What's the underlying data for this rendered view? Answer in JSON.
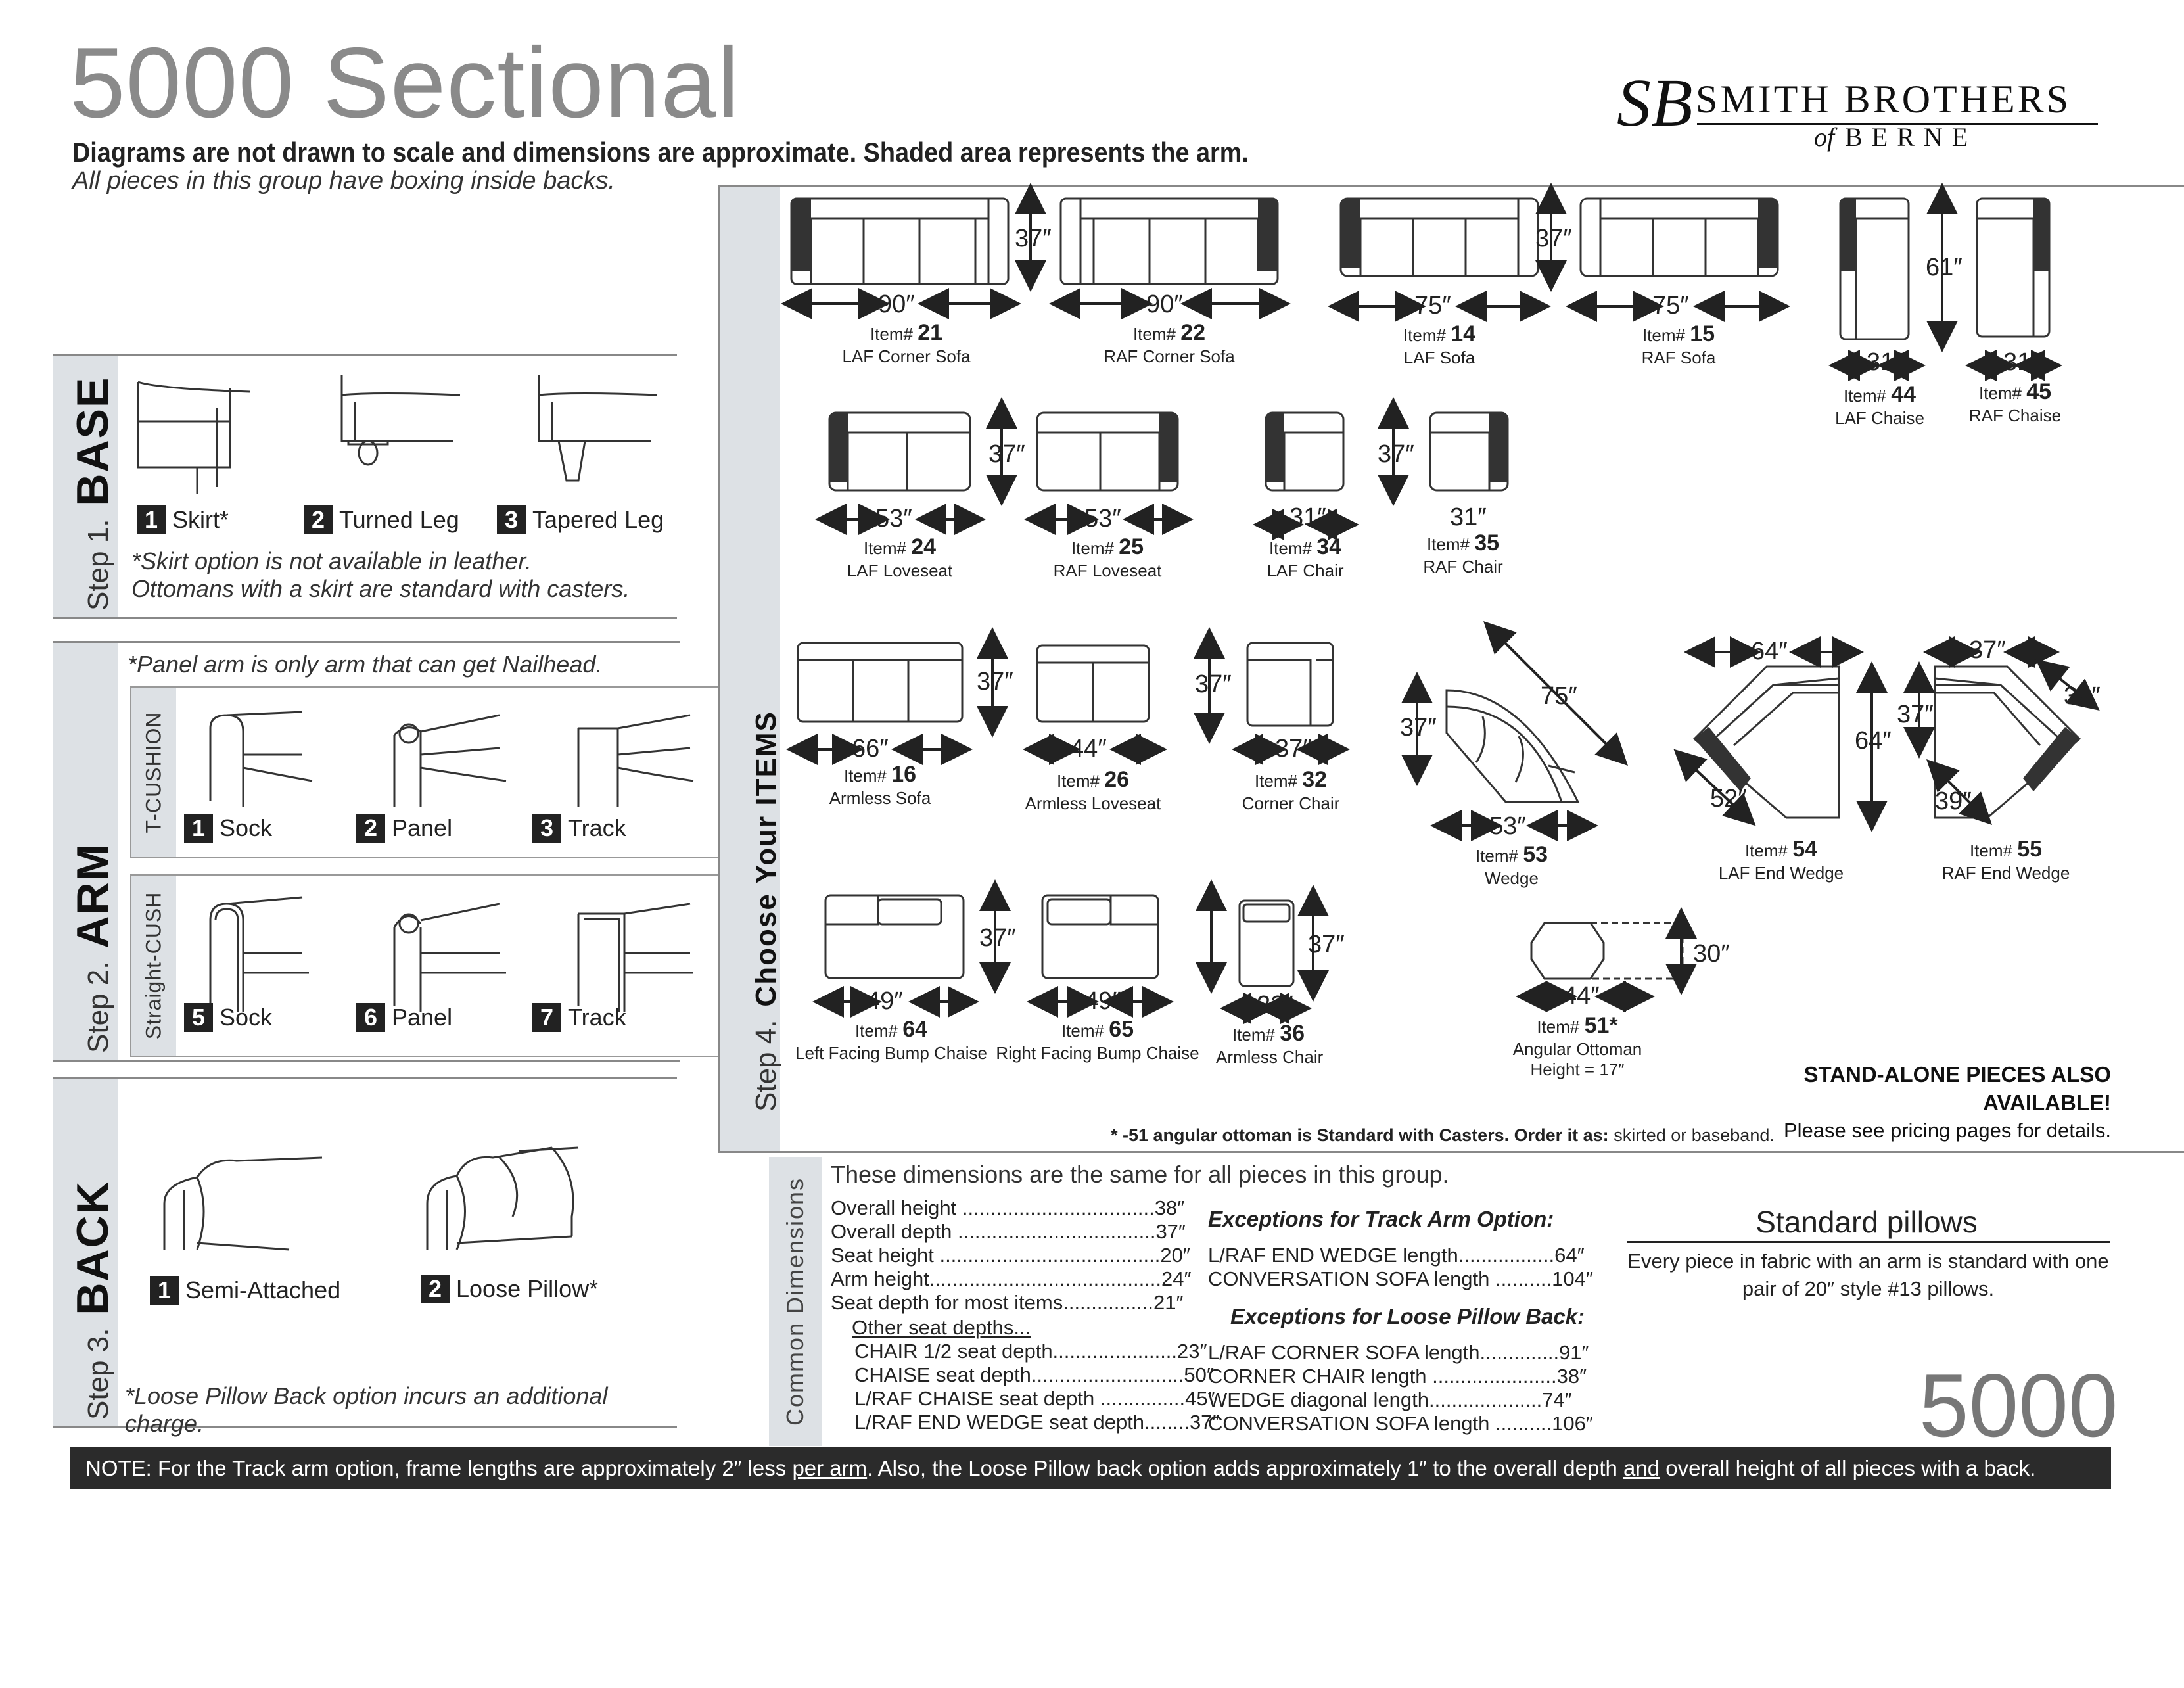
{
  "header": {
    "title": "5000 Sectional",
    "subtitle": "Diagrams are not drawn to scale and dimensions are approximate. Shaded area represents the arm.",
    "subnote": "All pieces in this group have boxing inside backs."
  },
  "brand": {
    "monogram": "SB",
    "name": "SMITH BROTHERS",
    "of": "of",
    "place": "BERNE"
  },
  "step1": {
    "step": "Step 1.",
    "name": "BASE",
    "options": [
      {
        "num": "1",
        "label": "Skirt*"
      },
      {
        "num": "2",
        "label": "Turned Leg"
      },
      {
        "num": "3",
        "label": "Tapered Leg"
      }
    ],
    "note1": "*Skirt option is not available in leather.",
    "note2": "Ottomans with a skirt are standard with casters."
  },
  "step2": {
    "step": "Step 2.",
    "name": "ARM",
    "note": "*Panel arm is only arm that can get Nailhead.",
    "tcushion_label": "T-CUSHION",
    "straight_label": "Straight-CUSH",
    "tcushion": [
      {
        "num": "1",
        "label": "Sock"
      },
      {
        "num": "2",
        "label": "Panel"
      },
      {
        "num": "3",
        "label": "Track"
      }
    ],
    "straight": [
      {
        "num": "5",
        "label": "Sock"
      },
      {
        "num": "6",
        "label": "Panel"
      },
      {
        "num": "7",
        "label": "Track"
      }
    ]
  },
  "step3": {
    "step": "Step 3.",
    "name": "BACK",
    "options": [
      {
        "num": "1",
        "label": "Semi-Attached"
      },
      {
        "num": "2",
        "label": "Loose Pillow*"
      }
    ],
    "note": "*Loose Pillow Back option incurs an additional charge."
  },
  "step4": {
    "step": "Step 4.",
    "name": "Choose Your ITEMS",
    "item_prefix": "Item#",
    "items": [
      {
        "num": "21",
        "name": "LAF Corner Sofa",
        "width": "90″"
      },
      {
        "num": "22",
        "name": "RAF Corner Sofa",
        "width": "90″"
      },
      {
        "num": "14",
        "name": "LAF Sofa",
        "width": "75″"
      },
      {
        "num": "15",
        "name": "RAF Sofa",
        "width": "75″"
      },
      {
        "num": "44",
        "name": "LAF Chaise",
        "width": "31″"
      },
      {
        "num": "45",
        "name": "RAF Chaise",
        "width": "31″"
      },
      {
        "num": "24",
        "name": "LAF Loveseat",
        "width": "53″"
      },
      {
        "num": "25",
        "name": "RAF Loveseat",
        "width": "53″"
      },
      {
        "num": "34",
        "name": "LAF Chair",
        "width": "31″"
      },
      {
        "num": "35",
        "name": "RAF Chair",
        "width": "31″"
      },
      {
        "num": "16",
        "name": "Armless Sofa",
        "width": "66″"
      },
      {
        "num": "26",
        "name": "Armless Loveseat",
        "width": "44″"
      },
      {
        "num": "32",
        "name": "Corner Chair",
        "width": "37″"
      },
      {
        "num": "53",
        "name": "Wedge",
        "width": "53″"
      },
      {
        "num": "54",
        "name": "LAF End Wedge",
        "width": "64″"
      },
      {
        "num": "55",
        "name": "RAF End Wedge",
        "width": "37″"
      },
      {
        "num": "64",
        "name": "Left Facing Bump Chaise",
        "width": "49″"
      },
      {
        "num": "65",
        "name": "Right Facing Bump Chaise",
        "width": "49″"
      },
      {
        "num": "36",
        "name": "Armless Chair",
        "width": "22″"
      },
      {
        "num": "51*",
        "name": "Angular Ottoman",
        "width": "44″"
      }
    ],
    "dims": {
      "d37": "37″",
      "d61": "61″",
      "d75": "75″",
      "d64": "64″",
      "d52": "52″",
      "d39": "39″",
      "d30": "30″"
    },
    "ottoman_height": "Height = 17″",
    "standalone_title": "STAND-ALONE PIECES ALSO AVAILABLE!",
    "standalone_text": "Please see pricing pages for details.",
    "footnote_bold": "* -51 angular ottoman is Standard with Casters. Order it as:",
    "footnote_rest": "skirted or baseband."
  },
  "common": {
    "label": "Common Dimensions",
    "intro": "These dimensions are the same for all pieces in this group.",
    "specs": [
      "Overall height ..................................38″",
      "Overall depth ...................................37″",
      "Seat height .......................................20″",
      "Arm height.........................................24″",
      "Seat depth for most items................21″"
    ],
    "other_title": "Other seat depths...",
    "other": [
      "CHAIR 1/2 seat depth......................23″",
      "CHAISE seat depth...........................50″",
      "L/RAF CHAISE seat depth ...............45″",
      "L/RAF END WEDGE seat depth........37″"
    ],
    "track_title": "Exceptions for Track Arm Option:",
    "track": [
      "L/RAF END WEDGE length.................64″",
      "CONVERSATION SOFA length ..........104″"
    ],
    "pillow_title": "Exceptions for Loose Pillow Back:",
    "pillow": [
      "L/RAF CORNER SOFA length..............91″",
      "CORNER CHAIR length ......................38″",
      "WEDGE diagonal length....................74″",
      "CONVERSATION SOFA length ..........106″"
    ]
  },
  "pillows": {
    "title": "Standard pillows",
    "text": "Every piece in fabric with an arm is standard with one pair of 20″ style #13 pillows."
  },
  "series_number": "5000",
  "note_bar": {
    "p1": "NOTE: For the Track arm option, frame lengths are approximately 2″ less ",
    "u1": "per arm",
    "p2": ". Also, the Loose Pillow back option adds approximately 1″ to the overall depth ",
    "u2": "and",
    "p3": " overall height of all pieces with a back."
  }
}
